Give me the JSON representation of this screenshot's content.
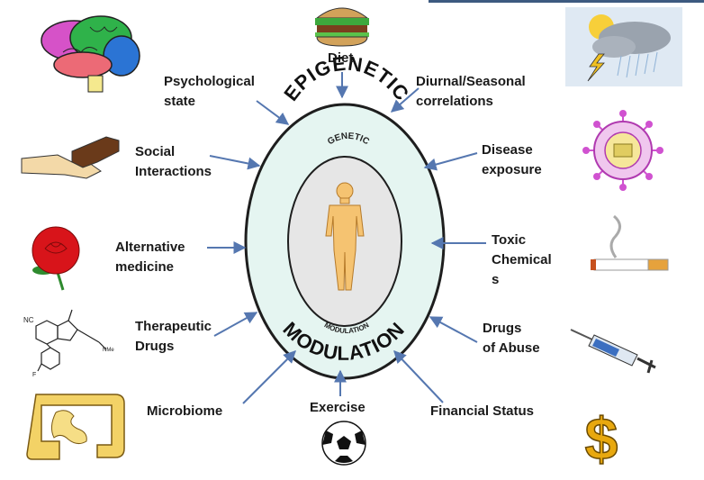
{
  "center": {
    "outer_top": "EPIGENETIC",
    "outer_bottom": "MODULATION",
    "inner_top": "GENETIC",
    "inner_bottom": "MODULATION"
  },
  "labels": {
    "diet": "Diet",
    "psychological": "Psychological\nstate",
    "diurnal": "Diurnal/Seasonal\ncorrelations",
    "social": "Social\nInteractions",
    "disease": "Disease\nexposure",
    "alternative": "Alternative\nmedicine",
    "toxic": "Toxic\nChemical\ns",
    "therapeutic": "Therapeutic\nDrugs",
    "drugs_abuse": "Drugs\nof Abuse",
    "microbiome": "Microbiome",
    "exercise": "Exercise",
    "financial": "Financial Status"
  },
  "icons": {
    "brain": "brain-icon",
    "burger": "burger-icon",
    "weather": "weather-icon",
    "handshake": "handshake-icon",
    "virus": "virus-icon",
    "rose": "rose-icon",
    "cigarette": "cigarette-icon",
    "molecule": "molecule-icon",
    "syringe": "syringe-icon",
    "intestine": "intestine-icon",
    "soccer_ball": "soccer-ball-icon",
    "dollar": "dollar-icon",
    "human": "human-figure-icon"
  },
  "colors": {
    "outer_fill": "#e5f5f1",
    "inner_fill": "#e6e6e6",
    "arrow": "#5577b0",
    "figure": "#f5c371"
  }
}
